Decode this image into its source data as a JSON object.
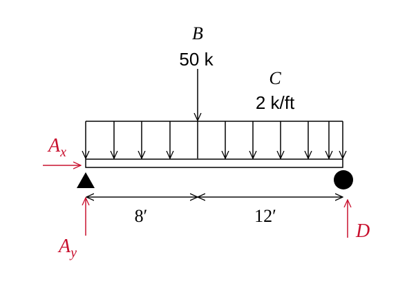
{
  "point_load": {
    "name": "B",
    "value": "50 k"
  },
  "distributed_load": {
    "name": "C",
    "value": "2 k/ft"
  },
  "dimensions": {
    "left": "8′",
    "right": "12′"
  },
  "reactions": {
    "ax_base": "A",
    "ax_sub": "x",
    "ay_base": "A",
    "ay_sub": "y",
    "d": "D"
  },
  "colors": {
    "ink": "#000000",
    "reaction": "#c8102e"
  }
}
